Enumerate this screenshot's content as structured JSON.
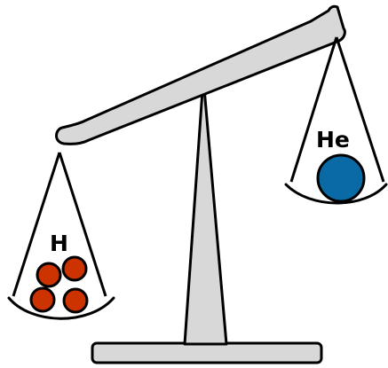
{
  "left_pan": {
    "label": "H",
    "ball_count": 4,
    "ball_color": "#cc3300"
  },
  "right_pan": {
    "label": "He",
    "ball_count": 1,
    "ball_color": "#0a6aa5"
  },
  "colors": {
    "metal_fill": "#d8d8d8",
    "outline": "#000000",
    "background": "#ffffff"
  }
}
